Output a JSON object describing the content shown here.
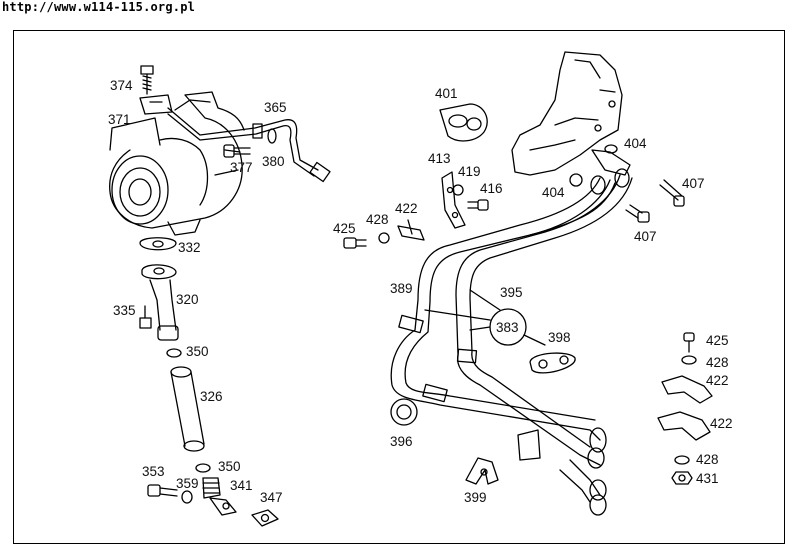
{
  "header": {
    "url": "http://www.w114-115.org.pl"
  },
  "parts": {
    "p374": "374",
    "p371": "371",
    "p365": "365",
    "p377": "377",
    "p380": "380",
    "p332": "332",
    "p320": "320",
    "p335": "335",
    "p350a": "350",
    "p326": "326",
    "p353": "353",
    "p359": "359",
    "p350b": "350",
    "p341": "341",
    "p347": "347",
    "p401": "401",
    "p413": "413",
    "p419": "419",
    "p416": "416",
    "p425a": "425",
    "p428a": "428",
    "p422a": "422",
    "p404a": "404",
    "p404b": "404",
    "p407a": "407",
    "p407b": "407",
    "p389": "389",
    "p395": "395",
    "p383": "383",
    "p398": "398",
    "p396": "396",
    "p399": "399",
    "p425b": "425",
    "p428b": "428",
    "p422b": "422",
    "p422c": "422",
    "p428c": "428",
    "p431": "431"
  }
}
